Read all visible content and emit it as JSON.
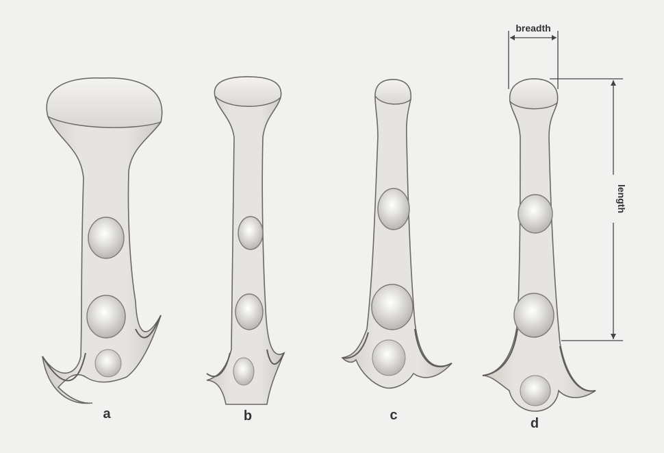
{
  "figure": {
    "panels": [
      {
        "id": "a",
        "label": "a"
      },
      {
        "id": "b",
        "label": "b"
      },
      {
        "id": "c",
        "label": "c"
      },
      {
        "id": "d",
        "label": "d"
      }
    ],
    "dimensions": {
      "breadth_label": "breadth",
      "length_label": "length"
    }
  },
  "colors": {
    "background": "#f1f1ef",
    "shaft_fill": "#e4e2de",
    "shaft_stroke": "#6a6764",
    "head_fill": "#ecebe7",
    "disc_fill": "#dad8d3",
    "disc_stroke": "#7c7975",
    "line": "#444444",
    "text": "#333333"
  }
}
